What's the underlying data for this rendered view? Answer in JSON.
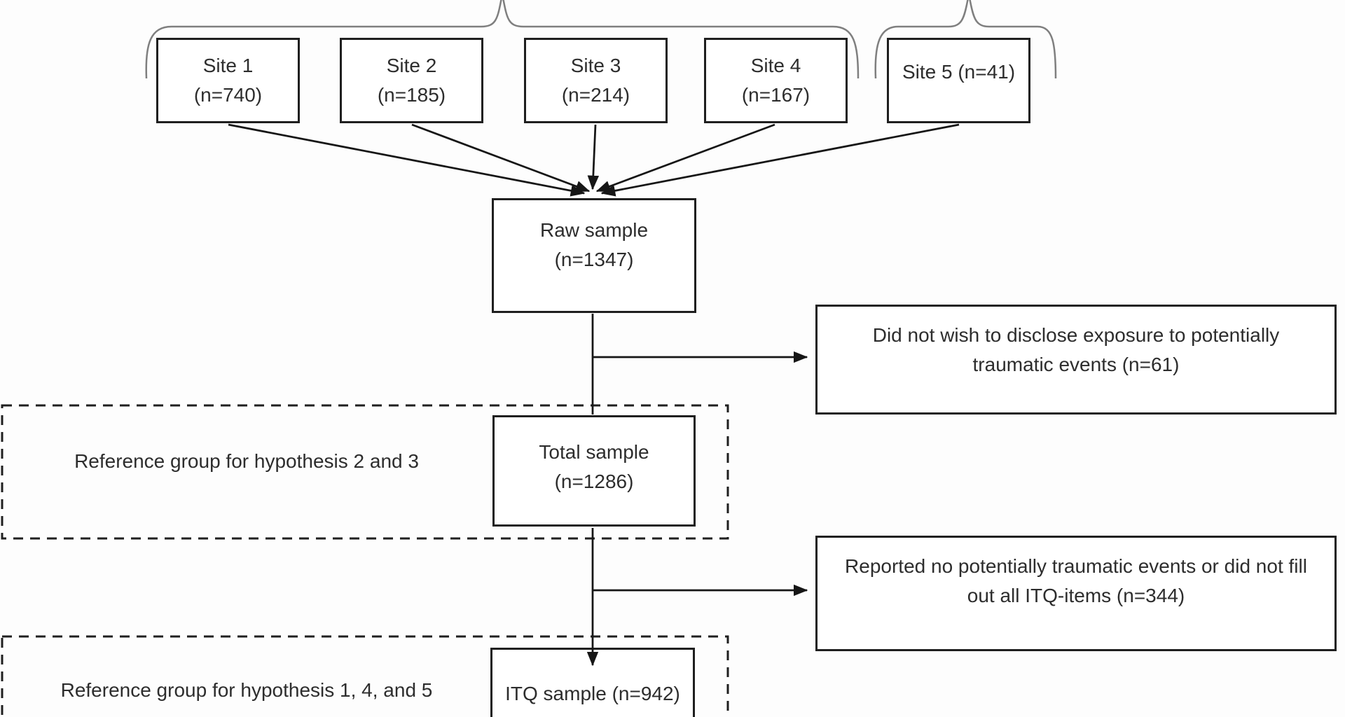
{
  "diagram": {
    "site_boxes": [
      {
        "name": "site-1",
        "lines": [
          "Site 1",
          "(n=740)"
        ]
      },
      {
        "name": "site-2",
        "lines": [
          "Site 2",
          "(n=185)"
        ]
      },
      {
        "name": "site-3",
        "lines": [
          "Site 3",
          "(n=214)"
        ]
      },
      {
        "name": "site-4",
        "lines": [
          "Site 4",
          "(n=167)"
        ]
      },
      {
        "name": "site-5",
        "lines": [
          "Site 5 (n=41)"
        ]
      }
    ],
    "flow_boxes": {
      "raw_sample": {
        "lines": [
          "Raw sample",
          "(n=1347)"
        ]
      },
      "total_sample": {
        "lines": [
          "Total sample",
          "(n=1286)"
        ]
      },
      "itq_sample": {
        "lines": [
          "ITQ sample (n=942)"
        ]
      }
    },
    "exclusion_boxes": {
      "exclusion_1": {
        "lines": [
          "Did not wish to disclose exposure to potentially",
          "traumatic events (n=61)"
        ]
      },
      "exclusion_2": {
        "lines": [
          "Reported no potentially traumatic events or did not fill",
          "out all ITQ-items (n=344)"
        ]
      }
    },
    "reference_labels": {
      "reference_1": "Reference group for hypothesis 2 and 3",
      "reference_2": "Reference group for hypothesis 1, 4, and 5"
    },
    "colors": {
      "line_color": "#1f1f1f",
      "text_color": "#2d2d2d",
      "brace_color": "#7f7f7f",
      "background": "#fdfdfd"
    }
  }
}
